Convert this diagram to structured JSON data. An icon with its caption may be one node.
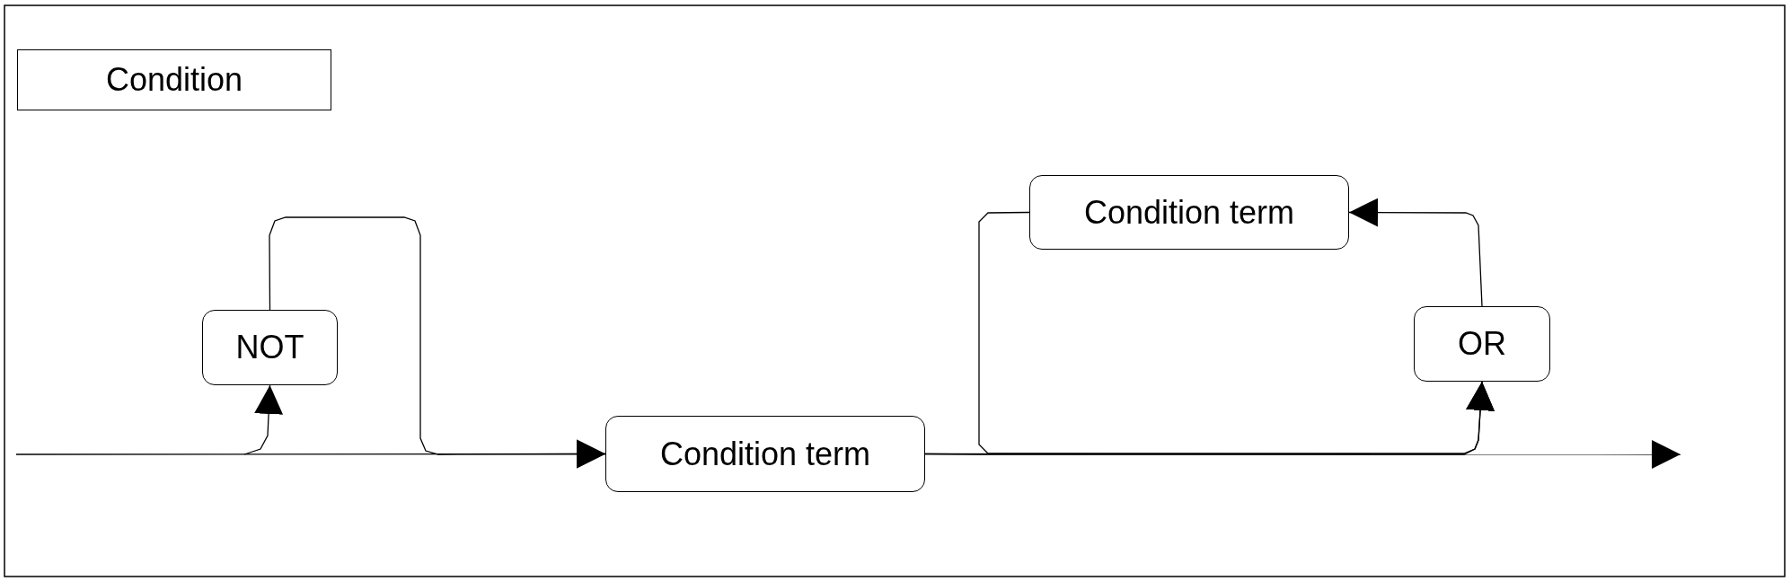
{
  "diagram": {
    "nodes": [
      {
        "text": [
          "Condition"
        ]
      },
      {
        "text": [
          "NOT"
        ]
      },
      {
        "text": [
          "Condition term"
        ]
      },
      {
        "text": [
          "Condition term"
        ]
      },
      {
        "text": [
          "OR"
        ]
      }
    ],
    "edges": [
      {
        "from": null,
        "to": 2,
        "arrow": "to"
      },
      {
        "from": null,
        "to": 1,
        "arrow": "to"
      },
      {
        "from": 1,
        "to": 2,
        "arrow": "to"
      },
      {
        "from": 2,
        "to": null,
        "arrow": "to"
      },
      {
        "from": 2,
        "to": 4,
        "arrow": "to"
      },
      {
        "from": 3,
        "to": 4,
        "arrow": "to"
      },
      {
        "from": 4,
        "to": 3,
        "arrow": "to"
      }
    ]
  }
}
